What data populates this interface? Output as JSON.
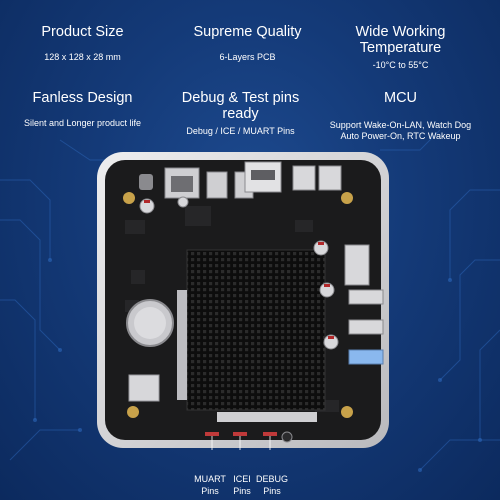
{
  "features": [
    {
      "title": "Product Size",
      "desc": "128 x 128 x 28 mm"
    },
    {
      "title": "Supreme Quality",
      "desc": "6-Layers PCB"
    },
    {
      "title_line1": "Wide Working",
      "title_line2": "Temperature",
      "desc": "-10°C to 55°C"
    },
    {
      "title": "Fanless Design",
      "desc": "Silent and Longer product life"
    },
    {
      "title_line1": "Debug & Test pins",
      "title_line2": "ready",
      "desc": "Debug / ICE / MUART Pins"
    },
    {
      "title": "MCU",
      "desc_line1": "Support Wake-On-LAN, Watch Dog",
      "desc_line2": "Auto Power-On, RTC Wakeup"
    }
  ],
  "pin_labels": [
    {
      "line1": "MUART",
      "line2": "Pins"
    },
    {
      "line1": "ICEI",
      "line2": "Pins"
    },
    {
      "line1": "DEBUG",
      "line2": "Pins"
    }
  ],
  "colors": {
    "background": "#143a78",
    "text": "#ffffff",
    "board": "#1a1a1a",
    "case": "#d9d9dc",
    "heatsink": "#111111"
  }
}
